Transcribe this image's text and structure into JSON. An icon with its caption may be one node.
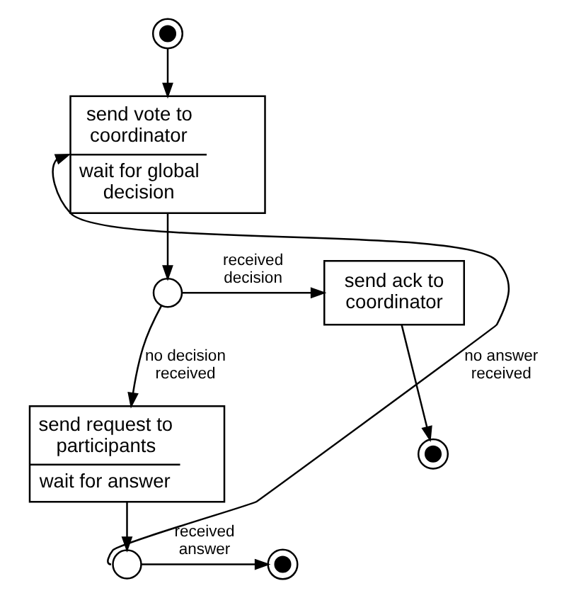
{
  "diagram": {
    "nodes": [
      {
        "text": [],
        "shape": "bullseye"
      },
      {
        "text": [
          "send vote to coordinator",
          "wait for global decision"
        ]
      },
      {
        "text": [],
        "shape": "circle"
      },
      {
        "text": [
          "send ack to coordinator"
        ]
      },
      {
        "text": [],
        "shape": "bullseye"
      },
      {
        "text": [
          "send request to participants",
          "wait for answer"
        ]
      },
      {
        "text": [],
        "shape": "circle"
      },
      {
        "text": [],
        "shape": "bullseye"
      }
    ],
    "edges": [
      {
        "from": 0,
        "to": 1,
        "arrow": "to"
      },
      {
        "from": 1,
        "to": 2,
        "arrow": "to"
      },
      {
        "from": 2,
        "to": 3,
        "arrow": "to",
        "label": "received decision"
      },
      {
        "from": 3,
        "to": 4,
        "arrow": "to"
      },
      {
        "from": 2,
        "to": 5,
        "arrow": "to",
        "label": "no decision received"
      },
      {
        "from": 5,
        "to": 6,
        "arrow": "to"
      },
      {
        "from": 6,
        "to": 7,
        "arrow": "to",
        "label": "received answer"
      },
      {
        "from": 6,
        "to": 1,
        "arrow": "to",
        "label": "no answer received"
      }
    ]
  }
}
